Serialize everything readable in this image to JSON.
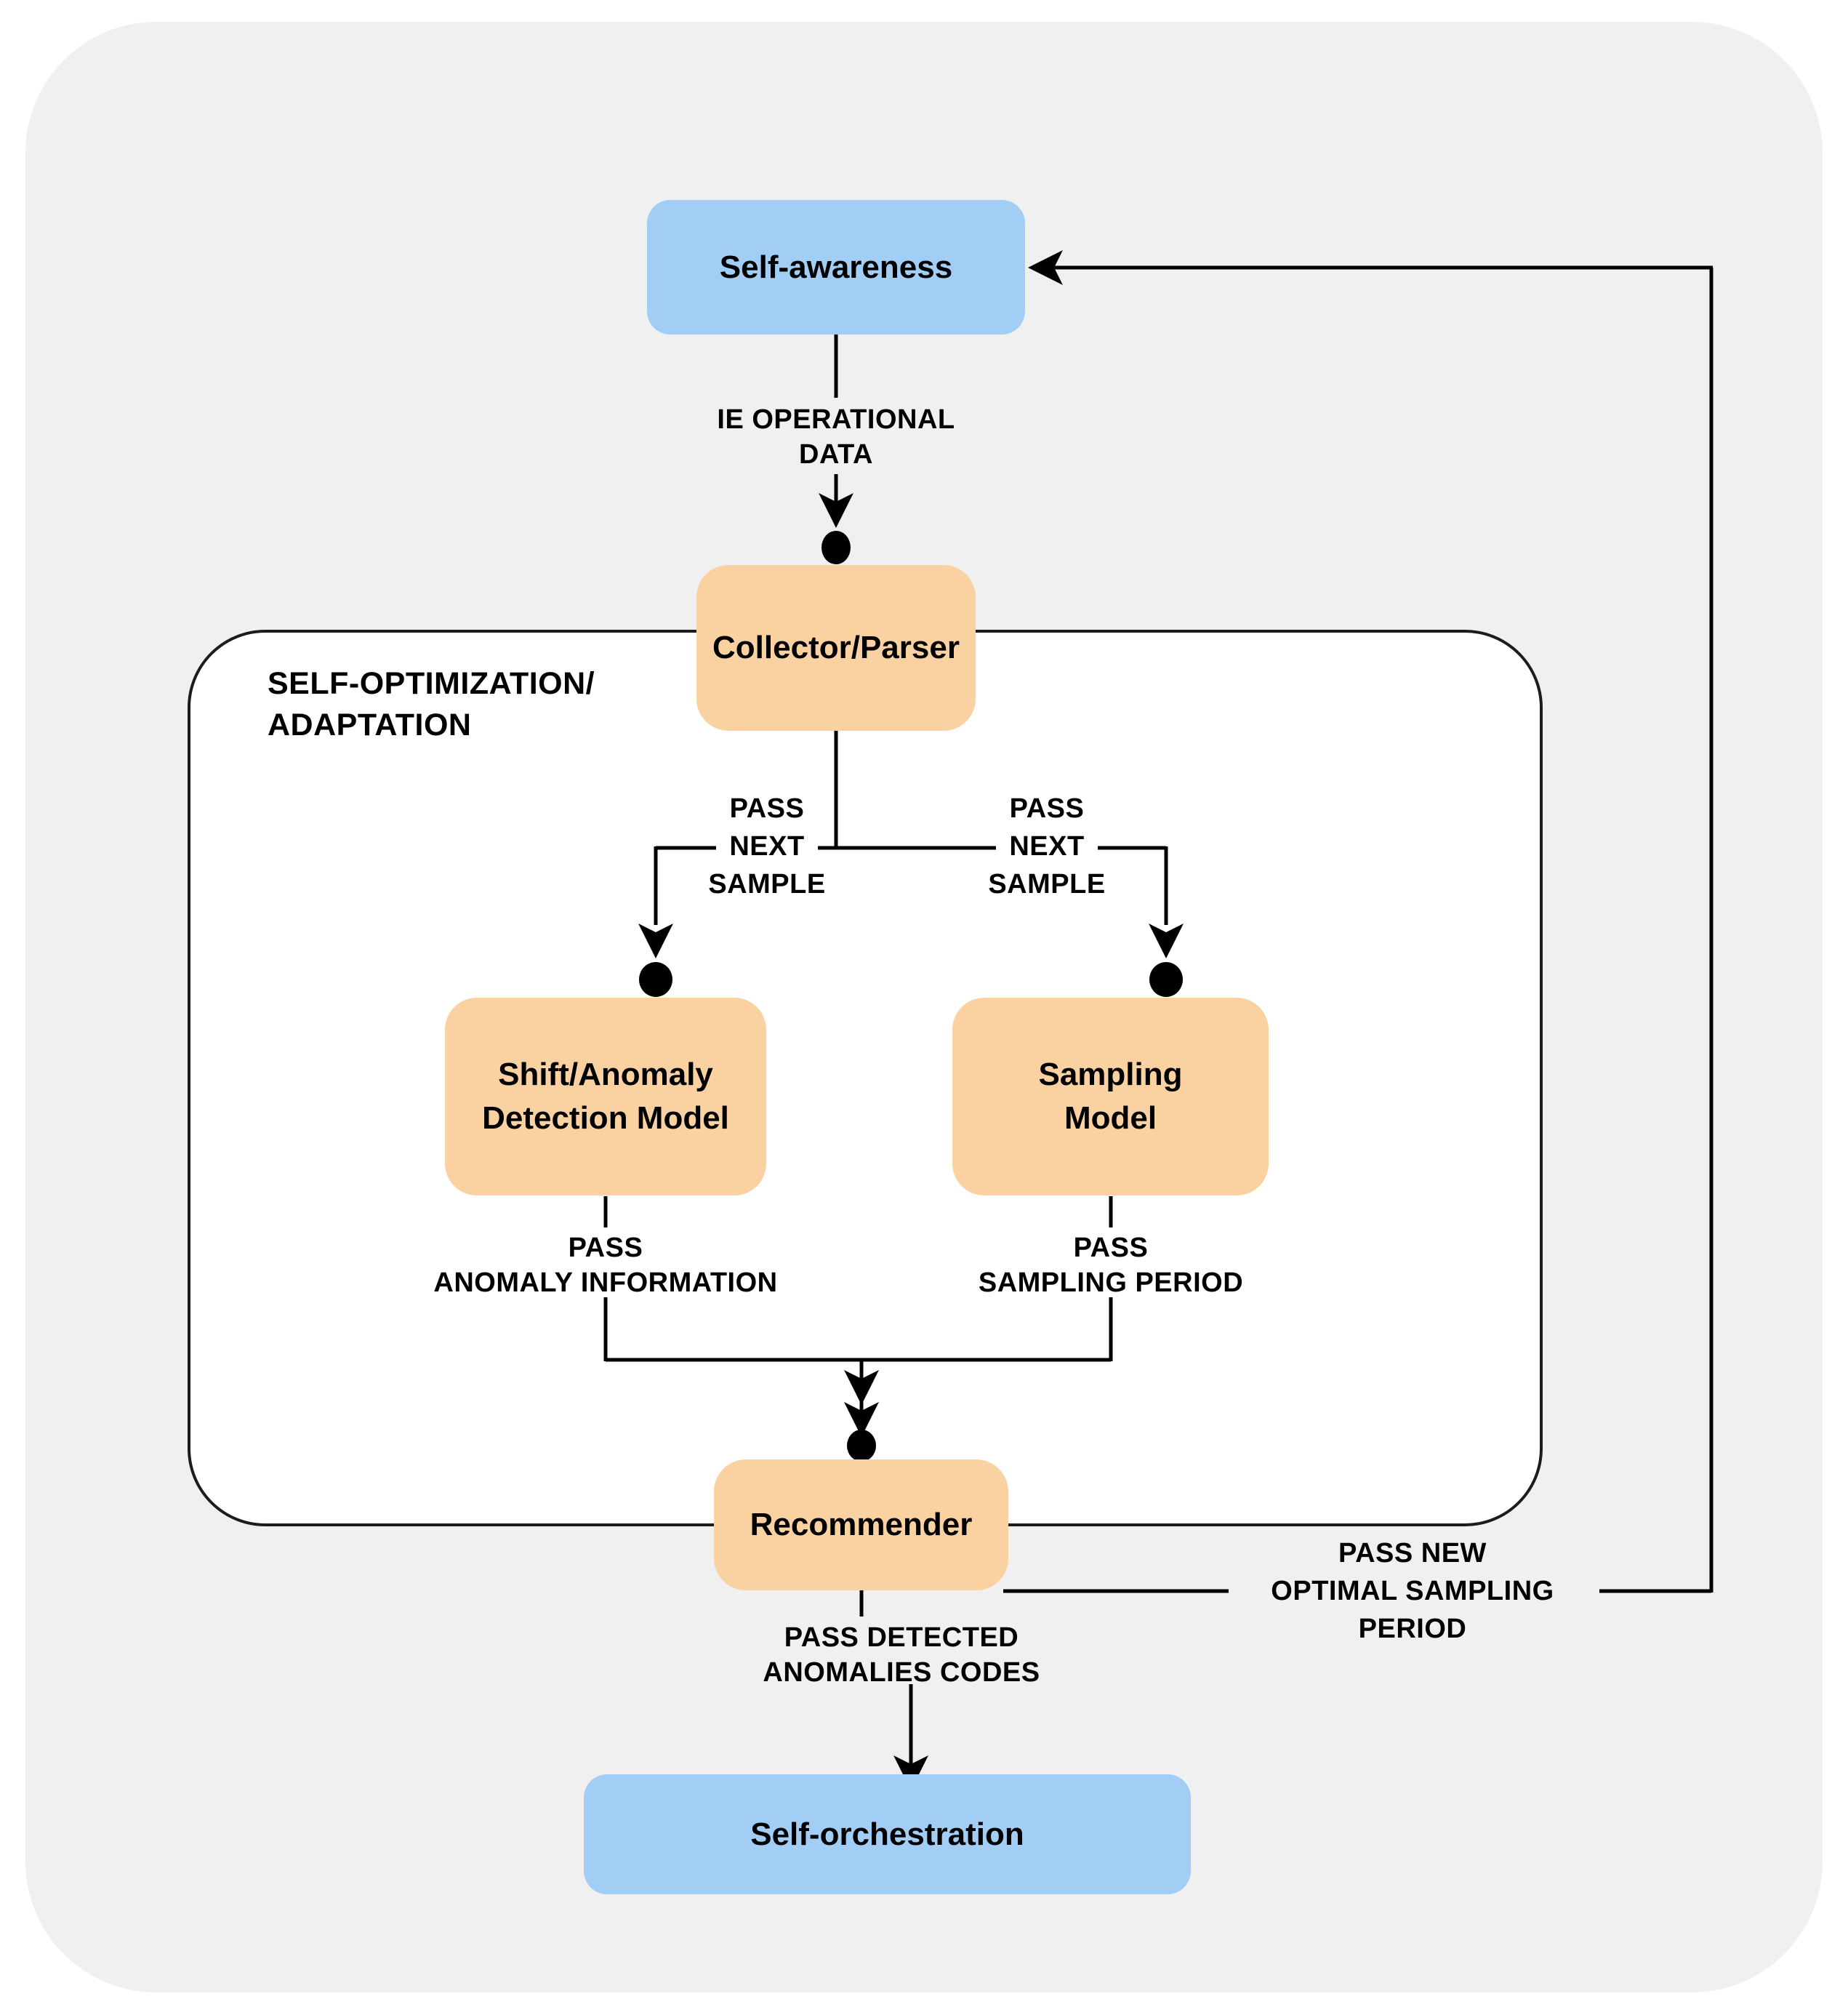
{
  "nodes": {
    "self_awareness": {
      "label": "Self-awareness"
    },
    "collector_parser": {
      "label": "Collector/Parser"
    },
    "shift_anomaly": {
      "lines": [
        "Shift/Anomaly",
        "Detection Model"
      ]
    },
    "sampling_model": {
      "lines": [
        "Sampling",
        "Model"
      ]
    },
    "recommender": {
      "label": "Recommender"
    },
    "self_orchestration": {
      "label": "Self-orchestration"
    }
  },
  "container": {
    "title_lines": [
      "SELF-OPTIMIZATION/",
      "ADAPTATION"
    ]
  },
  "edge_labels": {
    "ie_operational": {
      "lines": [
        "IE OPERATIONAL",
        "DATA"
      ]
    },
    "pass_next_sample_left": {
      "lines": [
        "PASS",
        "NEXT",
        "SAMPLE"
      ]
    },
    "pass_next_sample_right": {
      "lines": [
        "PASS",
        "NEXT",
        "SAMPLE"
      ]
    },
    "pass_anomaly": {
      "lines": [
        "PASS",
        "ANOMALY INFORMATION"
      ]
    },
    "pass_sampling": {
      "lines": [
        "PASS",
        "SAMPLING PERIOD"
      ]
    },
    "pass_detected": {
      "lines": [
        "PASS DETECTED",
        "ANOMALIES CODES"
      ]
    },
    "pass_new_optimal": {
      "lines": [
        "PASS NEW",
        "OPTIMAL SAMPLING",
        "PERIOD"
      ]
    }
  },
  "colors": {
    "background": "#ffffff",
    "panel": "#f0f0f0",
    "node_blue": "#a2cef6",
    "node_orange": "#fad2a2",
    "line_color": "#000000",
    "container_fill": "#ffffff",
    "container_border": "#1c1c1c",
    "text_color": "#000000"
  }
}
